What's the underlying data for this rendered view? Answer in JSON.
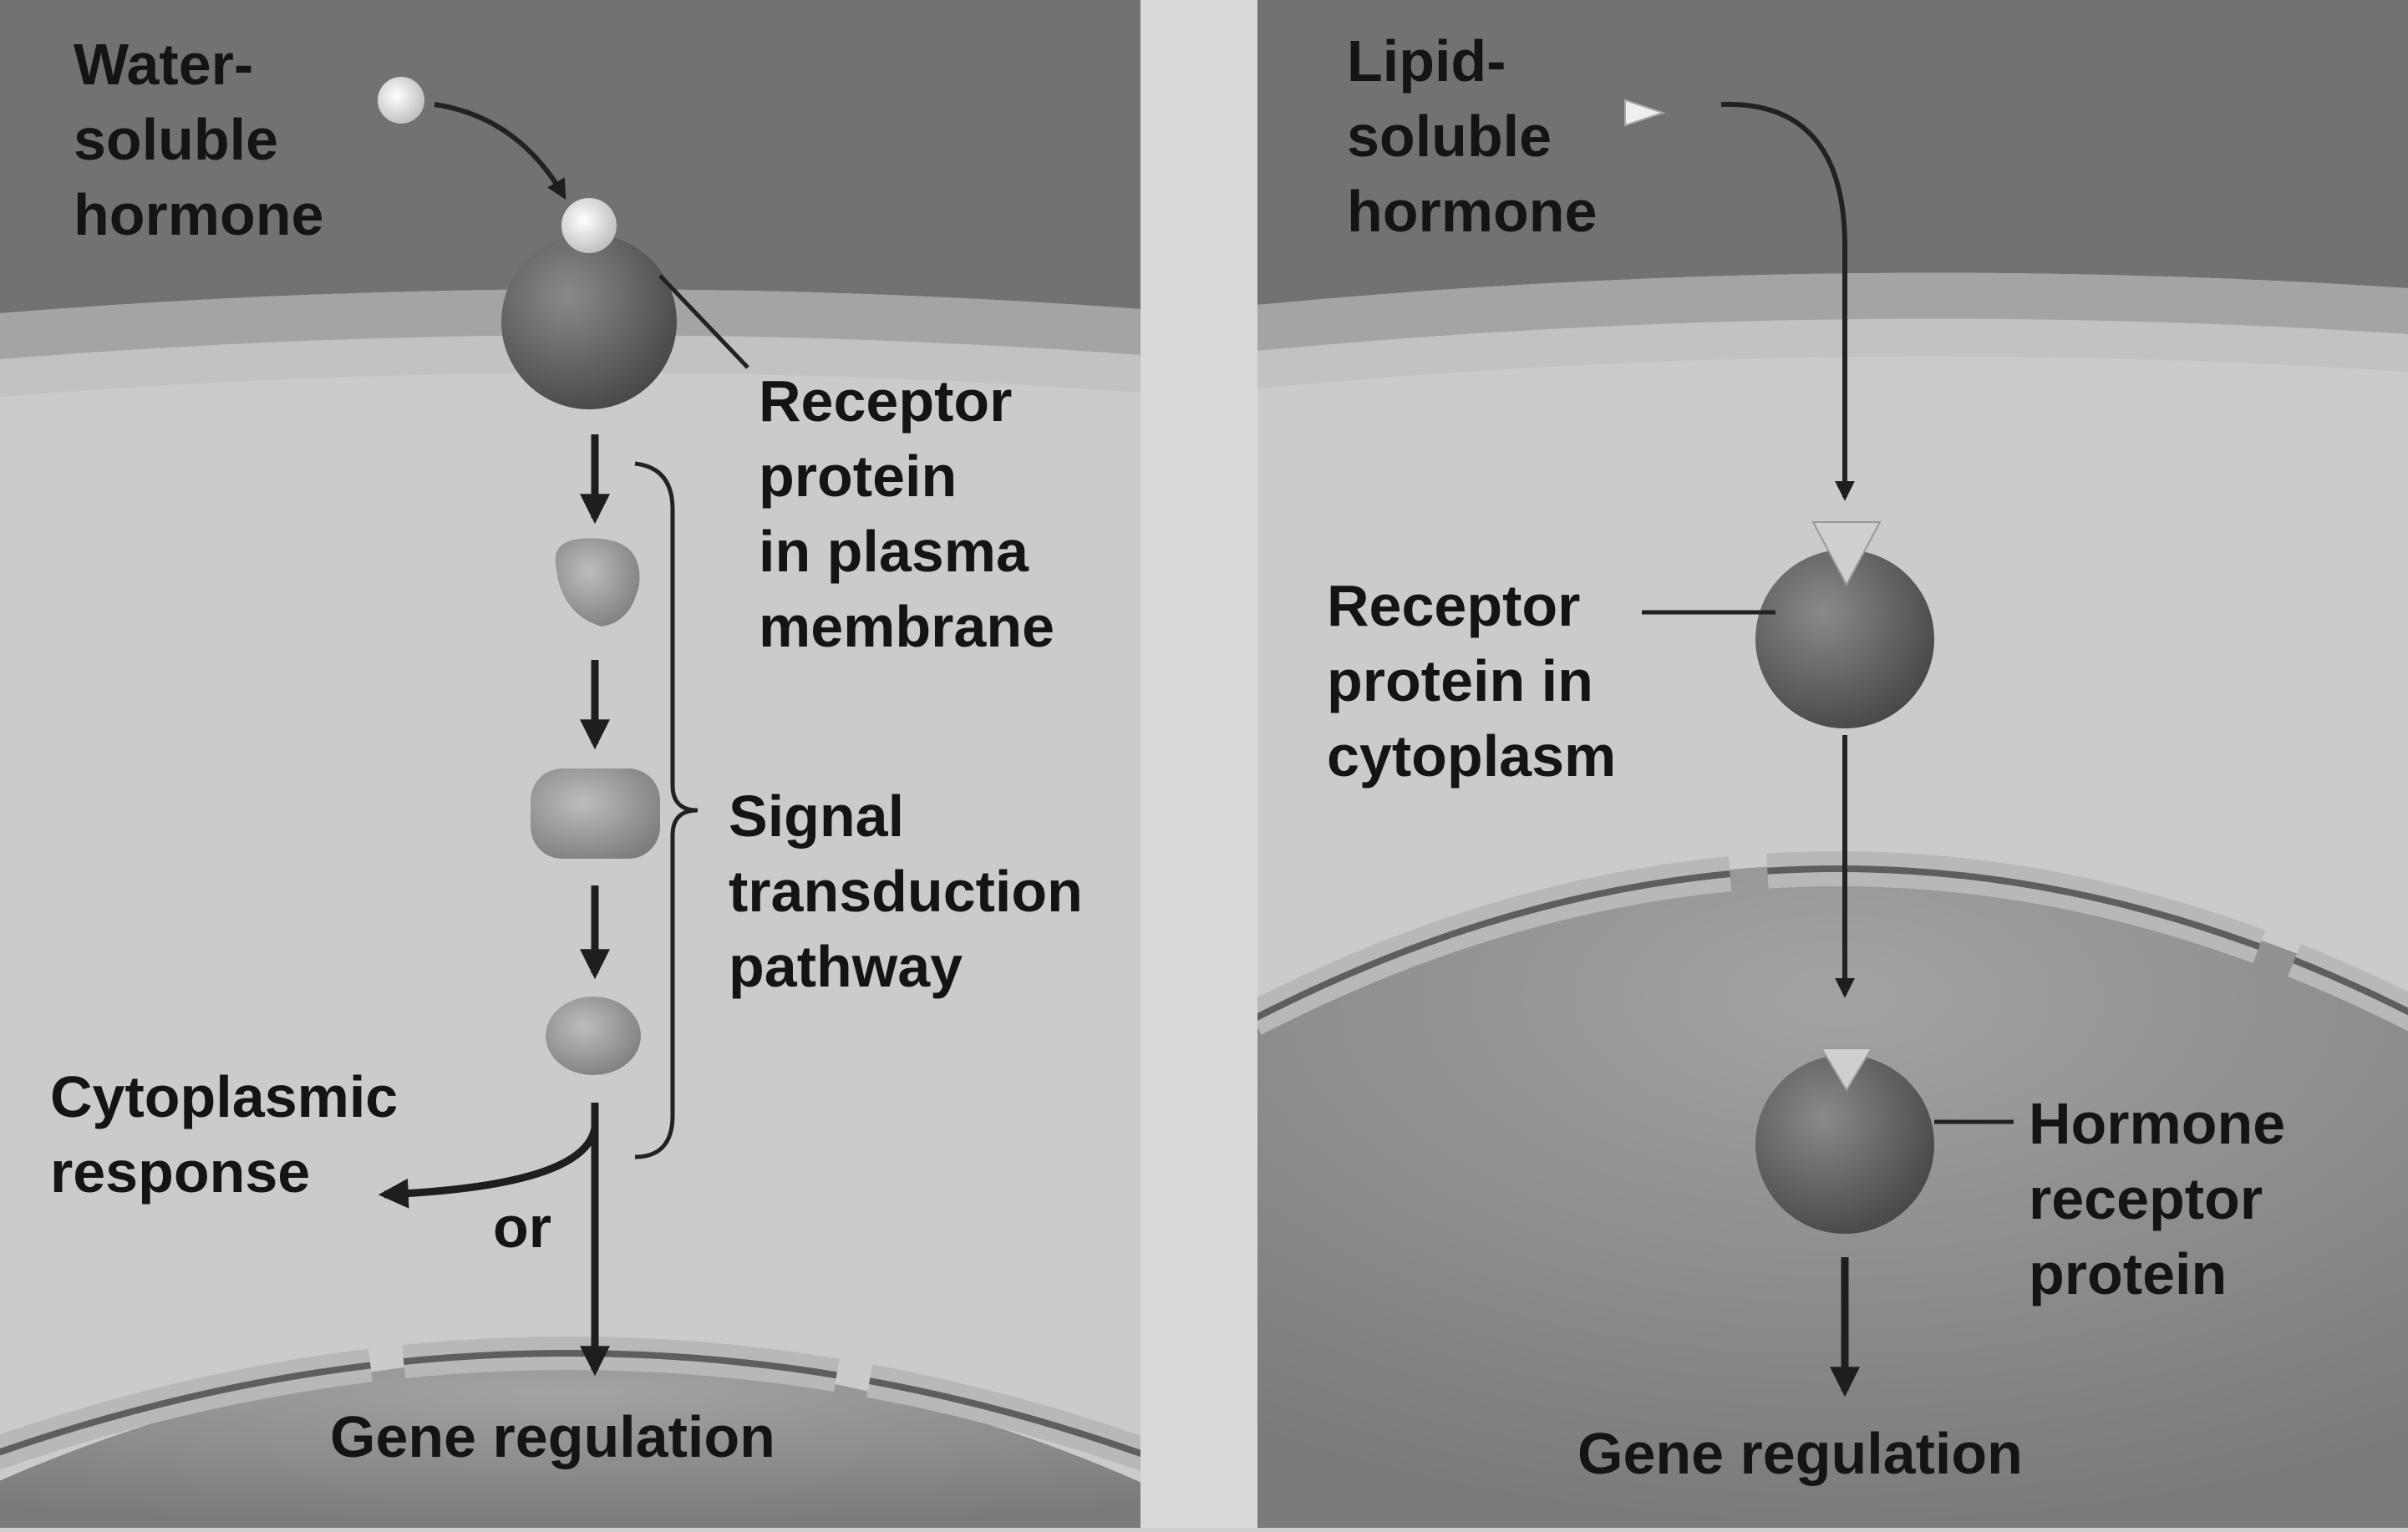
{
  "figure": {
    "left_panel": {
      "hormone_label": [
        "Water-",
        "soluble",
        "hormone"
      ],
      "receptor_label": [
        "Receptor",
        "protein",
        "in plasma",
        "membrane"
      ],
      "pathway_label": [
        "Signal",
        "transduction",
        "pathway"
      ],
      "response_label": [
        "Cytoplasmic",
        "response"
      ],
      "or_label": "or",
      "gene_label": "Gene regulation"
    },
    "right_panel": {
      "hormone_label": [
        "Lipid-",
        "soluble",
        "hormone"
      ],
      "receptor_label": [
        "Receptor",
        "protein in",
        "cytoplasm"
      ],
      "complex_label": [
        "Hormone",
        "receptor",
        "protein"
      ],
      "gene_label": "Gene regulation"
    }
  },
  "colors": {
    "extracellular": "#747474",
    "membrane": "#a6a6a6",
    "cytoplasm": "#cdcdcd",
    "nucleus": "#8e8e8e",
    "receptor": "#595959",
    "relay_protein": "#9d9d9d",
    "hormone": "#e8e8e8",
    "text": "#141414",
    "background": "#cfcfcf"
  }
}
